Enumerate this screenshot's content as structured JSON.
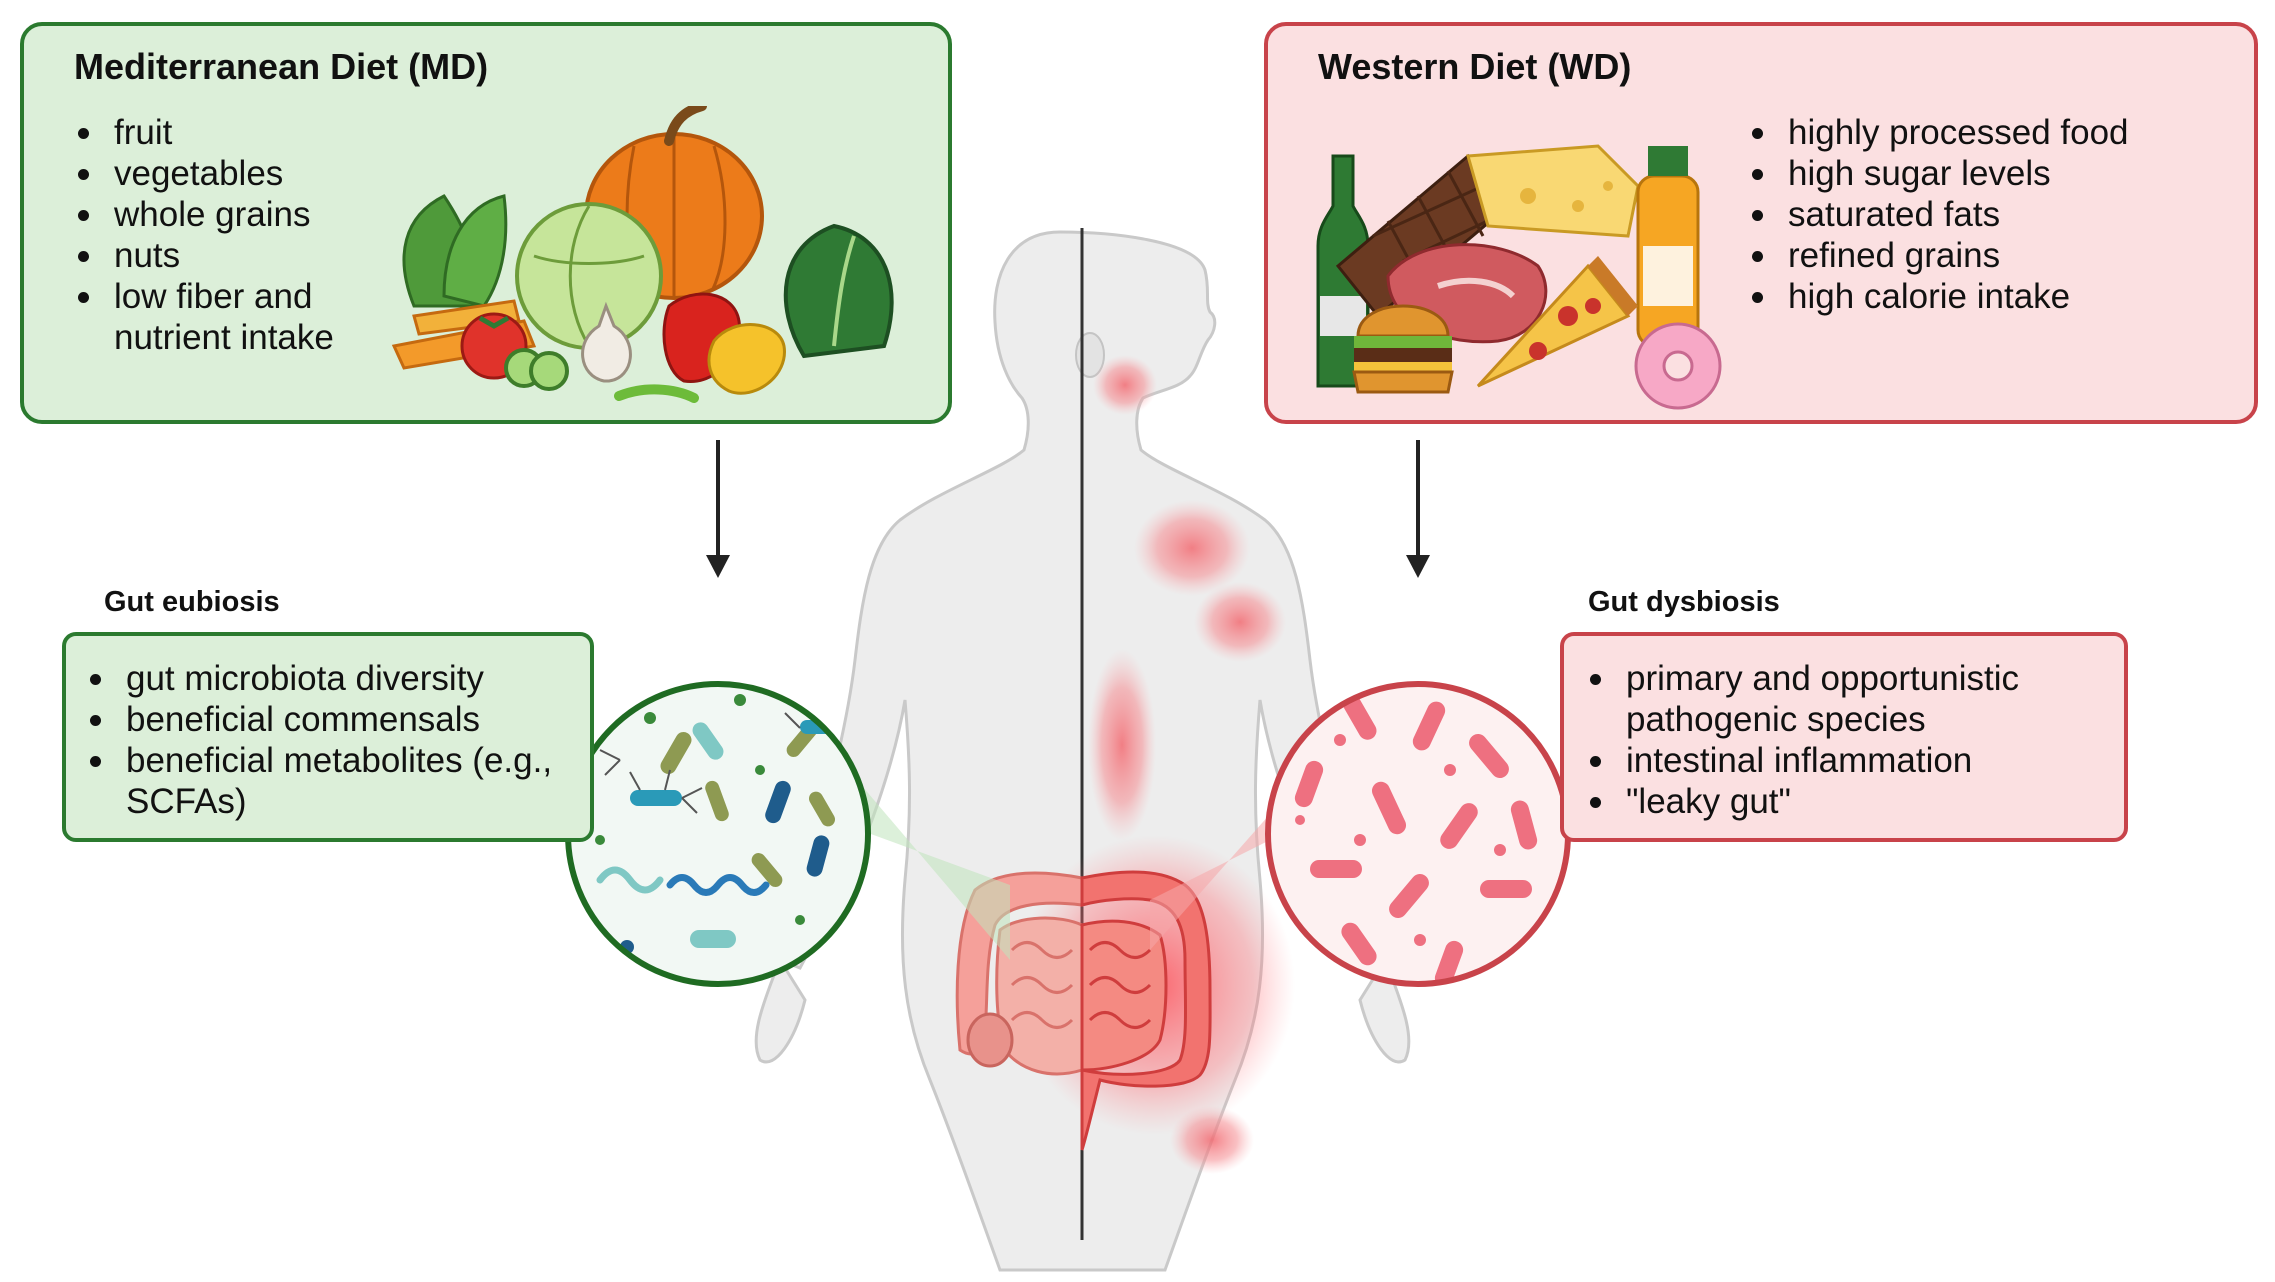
{
  "md": {
    "title": "Mediterranean Diet (MD)",
    "items": [
      "fruit",
      "vegetables",
      "whole grains",
      "nuts",
      "low fiber and",
      "nutrient intake"
    ]
  },
  "wd": {
    "title": "Western Diet (WD)",
    "items": [
      "highly processed food",
      "high sugar levels",
      "saturated fats",
      "refined grains",
      "high calorie intake"
    ]
  },
  "eubiosis": {
    "title": "Gut eubiosis",
    "items": [
      "gut microbiota diversity",
      "beneficial commensals",
      "beneficial metabolites (e.g.,",
      "SCFAs)"
    ]
  },
  "dysbiosis": {
    "title": "Gut dysbiosis",
    "items": [
      "primary and opportunistic",
      "pathogenic species",
      "intestinal inflammation",
      "\"leaky gut\""
    ]
  },
  "colors": {
    "green_fill": "#dcefd9",
    "green_border": "#2b7a2f",
    "red_fill": "#fbe0e1",
    "red_border": "#c8434a",
    "inflammation": "#f07a80"
  },
  "icons": [
    "vegetables-illustration",
    "junk-food-illustration",
    "human-body-illustration",
    "bacteria-eubiosis-icon",
    "bacteria-dysbiosis-icon",
    "arrow-down-icon"
  ]
}
